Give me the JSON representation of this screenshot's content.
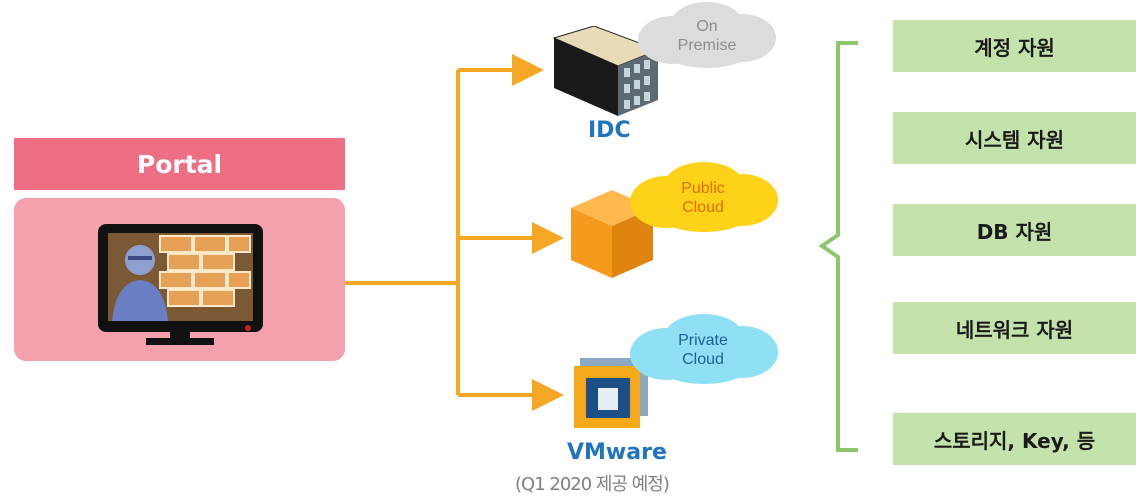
{
  "portal": {
    "title": "Portal"
  },
  "targets": {
    "idc": {
      "label": "IDC",
      "cloud": [
        "On",
        "Premise"
      ]
    },
    "public": {
      "cloud": [
        "Public",
        "Cloud"
      ]
    },
    "private": {
      "cloud": [
        "Private",
        "Cloud"
      ]
    },
    "vmware": {
      "label": "VMware",
      "note": "(Q1 2020 제공 예정)"
    }
  },
  "resources": [
    "계정 자원",
    "시스템 자원",
    "DB 자원",
    "네트워크 자원",
    "스토리지, Key, 등"
  ],
  "colors": {
    "portal_header": "#ee6f83",
    "portal_body": "#f2a1ad",
    "connector": "#f5a623",
    "resource_box": "#c4e3ac",
    "bracket": "#8cc66d",
    "label_blue": "#1f73c0"
  }
}
